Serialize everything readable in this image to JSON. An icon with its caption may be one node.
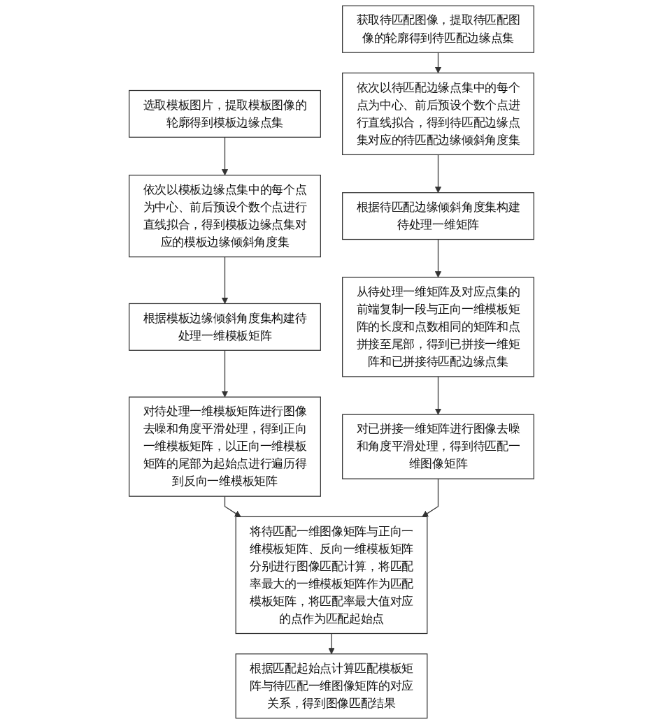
{
  "diagram": {
    "nodes": [
      {
        "text": [
          "选取模板图片，提取模板图像的轮廓得到模板边缘点集"
        ]
      },
      {
        "text": [
          "依次以模板边缘点集中的每个点为中心、前后预设个数个点进行直线拟合，得到模板边缘点集对应的模板边缘倾斜角度集"
        ]
      },
      {
        "text": [
          "根据模板边缘倾斜角度集构建待处理一维模板矩阵"
        ]
      },
      {
        "text": [
          "对待处理一维模板矩阵进行图像去噪和角度平滑处理，得到正向一维模板矩阵，以正向一维模板矩阵的尾部为起始点进行遍历得到反向一维模板矩阵"
        ]
      },
      {
        "text": [
          "获取待匹配图像，提取待匹配图像的轮廓得到待匹配边缘点集"
        ]
      },
      {
        "text": [
          "依次以待匹配边缘点集中的每个点为中心、前后预设个数个点进行直线拟合，得到待匹配边缘点集对应的待匹配边缘倾斜角度集"
        ]
      },
      {
        "text": [
          "根据待匹配边缘倾斜角度集构建待处理一维矩阵"
        ]
      },
      {
        "text": [
          "从待处理一维矩阵及对应点集的前端复制一段与正向一维模板矩阵的长度和点数相同的矩阵和点拼接至尾部，得到已拼接一维矩阵和已拼接待匹配边缘点集"
        ]
      },
      {
        "text": [
          "对已拼接一维矩阵进行图像去噪和角度平滑处理，得到待匹配一维图像矩阵"
        ]
      },
      {
        "text": [
          "将待匹配一维图像矩阵与正向一维模板矩阵、反向一维模板矩阵分别进行图像匹配计算，将匹配率最大的一维模板矩阵作为匹配模板矩阵，将匹配率最大值对应的点作为匹配起始点"
        ]
      },
      {
        "text": [
          "根据匹配起始点计算匹配模板矩阵与待匹配一维图像矩阵的对应关系，得到图像匹配结果"
        ]
      }
    ],
    "edges": [
      {
        "from": 0,
        "to": 1,
        "arrow": "to"
      },
      {
        "from": 1,
        "to": 2,
        "arrow": "to"
      },
      {
        "from": 2,
        "to": 3,
        "arrow": "to"
      },
      {
        "from": 4,
        "to": 5,
        "arrow": "to"
      },
      {
        "from": 5,
        "to": 6,
        "arrow": "to"
      },
      {
        "from": 6,
        "to": 7,
        "arrow": "to"
      },
      {
        "from": 7,
        "to": 8,
        "arrow": "to"
      },
      {
        "from": 3,
        "to": 9,
        "arrow": "to"
      },
      {
        "from": 8,
        "to": 9,
        "arrow": "to"
      },
      {
        "from": 9,
        "to": 10,
        "arrow": "to"
      }
    ]
  }
}
